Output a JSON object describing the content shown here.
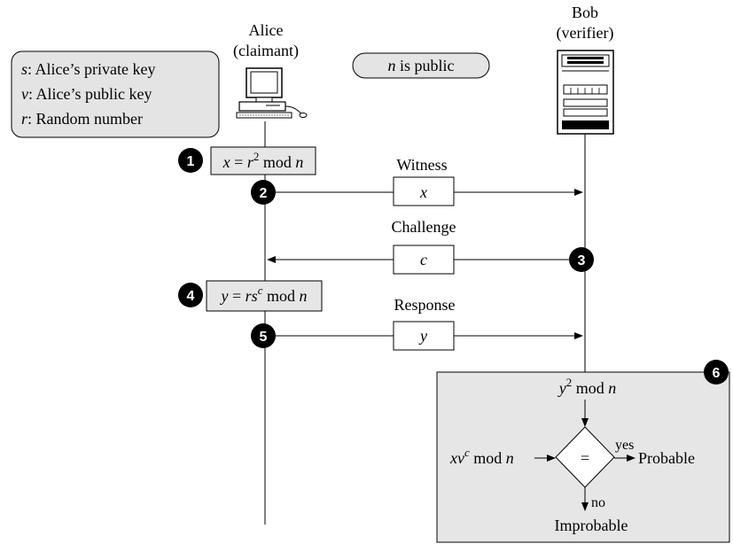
{
  "parties": {
    "alice": {
      "name": "Alice",
      "role": "(claimant)"
    },
    "bob": {
      "name": "Bob",
      "role": "(verifier)"
    }
  },
  "legend": [
    {
      "sym": "s",
      "text": ": Alice’s private key"
    },
    {
      "sym": "v",
      "text": ": Alice’s public key"
    },
    {
      "sym": "r",
      "text": ": Random number"
    }
  ],
  "public_note": {
    "sym": "n",
    "text": " is public"
  },
  "steps": [
    "1",
    "2",
    "3",
    "4",
    "5",
    "6"
  ],
  "step1_formula": {
    "lhs": "x",
    "eq": " = ",
    "r": "r",
    "exp": "2",
    "mod": " mod ",
    "n": "n"
  },
  "step4_formula": {
    "lhs": "y",
    "eq": " = ",
    "rs": "rs",
    "exp": "c",
    "mod": " mod ",
    "n": "n"
  },
  "messages": [
    {
      "label": "Witness",
      "value": "x"
    },
    {
      "label": "Challenge",
      "value": "c"
    },
    {
      "label": "Response",
      "value": "y"
    }
  ],
  "verify": {
    "top": {
      "base": "y",
      "exp": "2",
      "mod": " mod ",
      "n": "n"
    },
    "left": {
      "base": "xv",
      "exp": "c",
      "mod": " mod ",
      "n": "n"
    },
    "compare": "=",
    "yes": "yes",
    "no": "no",
    "probable": "Probable",
    "improbable": "Improbable"
  },
  "colors": {
    "box_fill": "#e4e4e4",
    "formula_fill": "#e6e6e6",
    "panel_fill": "#e6e6e6",
    "circle_fill": "#000000"
  }
}
